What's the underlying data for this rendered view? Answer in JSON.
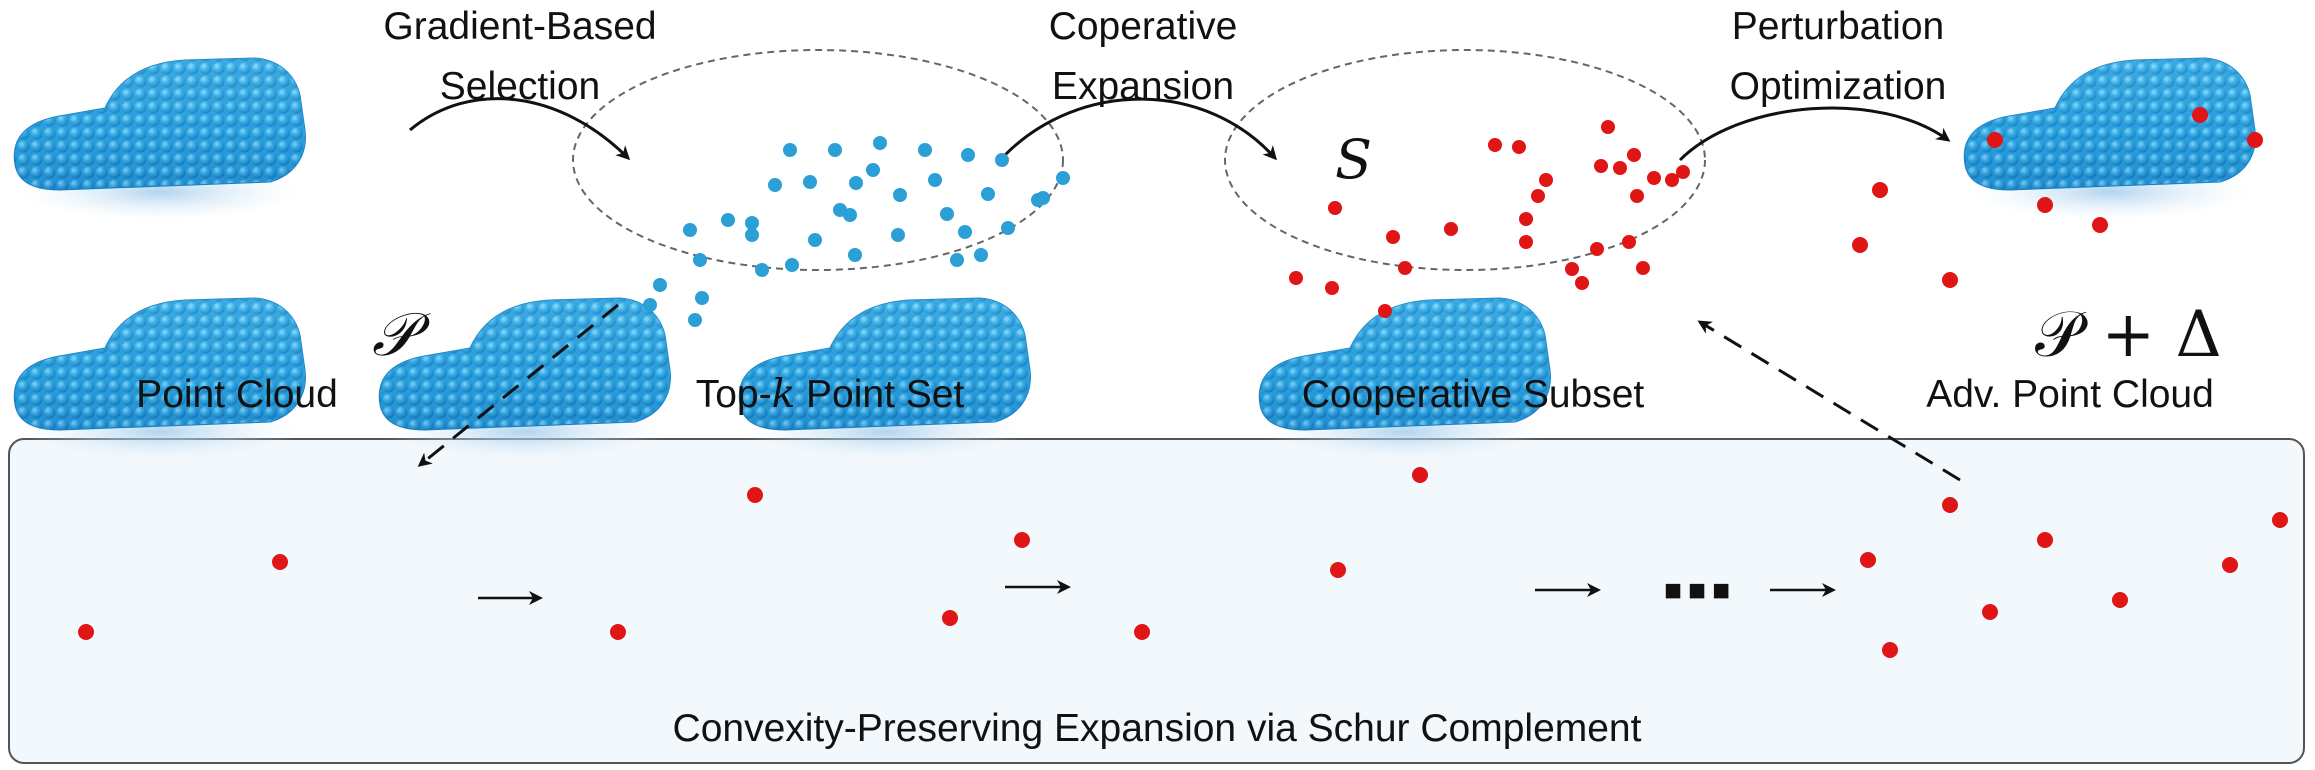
{
  "labels": {
    "point_cloud": "Point Cloud",
    "topk_prefix": "Top-",
    "topk_k": "k",
    "topk_suffix": " Point Set",
    "cooperative_subset": "Cooperative Subset",
    "adv_point_cloud": "Adv. Point Cloud",
    "bottom_caption": "Convexity-Preserving Expansion via Schur Complement"
  },
  "arrows": {
    "a1_line1": "Gradient-Based",
    "a1_line2": "Selection",
    "a2_line1": "Coperative",
    "a2_line2": "Expansion",
    "a3_line1": "Perturbation",
    "a3_line2": "Optimization"
  },
  "math": {
    "P": "𝒫",
    "S": "S",
    "P_plus_delta": "𝒫 + Δ"
  },
  "ellipsis": "■■■",
  "colors": {
    "point_blue": "#2b9fd6",
    "car_blue": "#38b6ea",
    "highlight_red": "#e01515"
  }
}
